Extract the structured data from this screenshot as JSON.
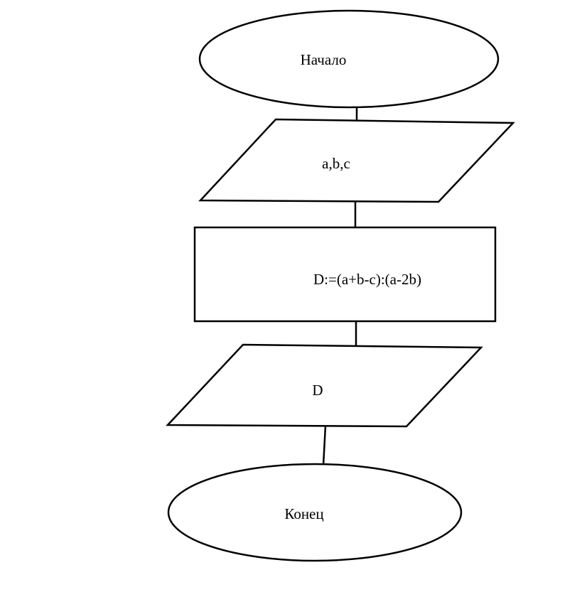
{
  "flowchart": {
    "start_label": "Начало",
    "input_label": "a,b,c",
    "process_label": "D:=(a+b-c):(a-2b)",
    "output_label": "D",
    "end_label": "Конец"
  }
}
